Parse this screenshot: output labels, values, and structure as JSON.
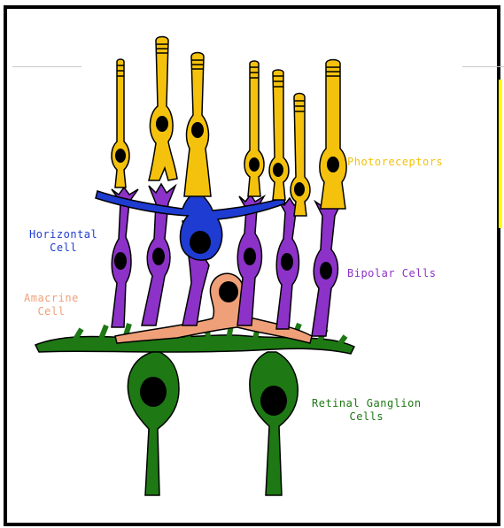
{
  "labels": {
    "photoreceptors": "Photoreceptors",
    "horizontal_line1": "Horizontal",
    "horizontal_line2": "Cell",
    "bipolar": "Bipolar Cells",
    "amacrine_line1": "Amacrine",
    "amacrine_line2": "Cell",
    "ganglion_line1": "Retinal Ganglion",
    "ganglion_line2": "Cells"
  },
  "colors": {
    "photoreceptor": "#f4c20d",
    "horizontal": "#1e3cd2",
    "bipolar": "#8c32c8",
    "amacrine": "#f0a078",
    "ganglion": "#1e7814",
    "highlight_bar": "#ffff00"
  }
}
